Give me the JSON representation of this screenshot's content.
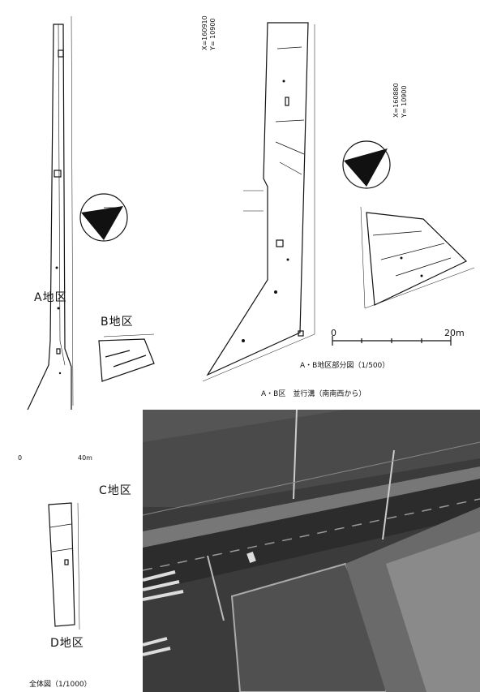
{
  "labels": {
    "area_a": "A地区",
    "area_b": "B地区",
    "area_c": "C地区",
    "area_d": "D地区"
  },
  "captions": {
    "detail_map": "A・B地区部分図（1/500）",
    "photo": "A・B区　並行溝（南南西から）",
    "overall_map": "全体図（1/1000）"
  },
  "coords": {
    "coord1_x": "X=160910",
    "coord1_y": "Y= 10900",
    "coord2_x": "X=160880",
    "coord2_y": "Y= 10900"
  },
  "scales": {
    "overall_start": "0",
    "overall_end": "40m",
    "detail_start": "0",
    "detail_end": "20m"
  },
  "icons": {
    "north_arrow": "north-arrow-icon"
  }
}
